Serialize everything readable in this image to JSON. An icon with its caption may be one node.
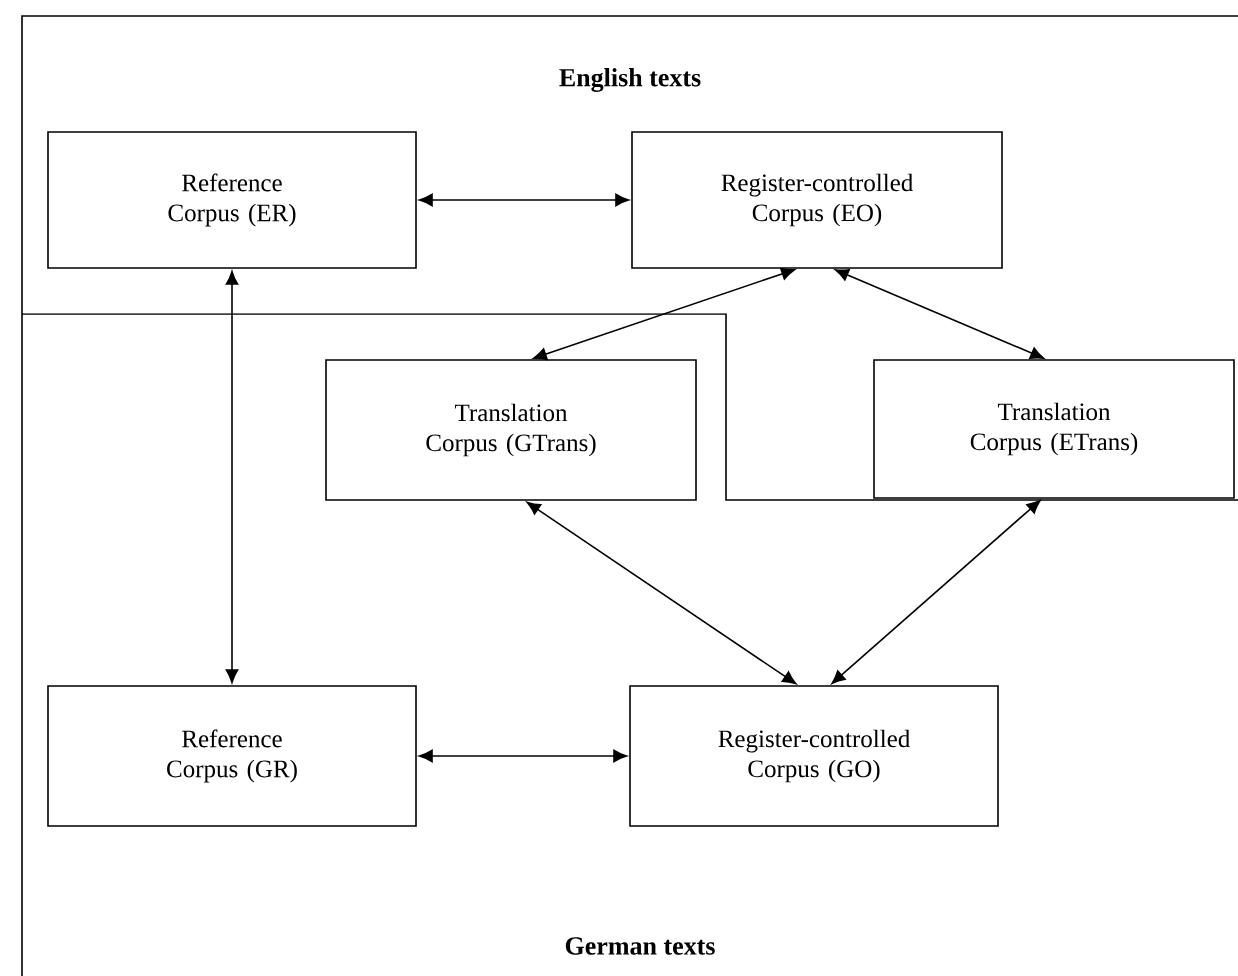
{
  "diagram": {
    "nodes": [
      {
        "text": [
          "Reference Corpus (ER)"
        ]
      },
      {
        "text": [
          "Register-controlled Corpus (EO)"
        ]
      },
      {
        "text": [
          "Translation Corpus (GTrans)"
        ]
      },
      {
        "text": [
          "Translation Corpus (ETrans)"
        ]
      },
      {
        "text": [
          "Reference Corpus (GR)"
        ]
      },
      {
        "text": [
          "Register-controlled Corpus (GO)"
        ]
      }
    ],
    "edges": [
      {
        "from": 0,
        "to": 1,
        "arrow": "both"
      },
      {
        "from": 0,
        "to": 4,
        "arrow": "both"
      },
      {
        "from": 1,
        "to": 2,
        "arrow": "both"
      },
      {
        "from": 1,
        "to": 3,
        "arrow": "both"
      },
      {
        "from": 2,
        "to": 5,
        "arrow": "both"
      },
      {
        "from": 3,
        "to": 5,
        "arrow": "both"
      },
      {
        "from": 4,
        "to": 5,
        "arrow": "both"
      }
    ],
    "labels": [
      "English texts",
      "German texts"
    ]
  }
}
